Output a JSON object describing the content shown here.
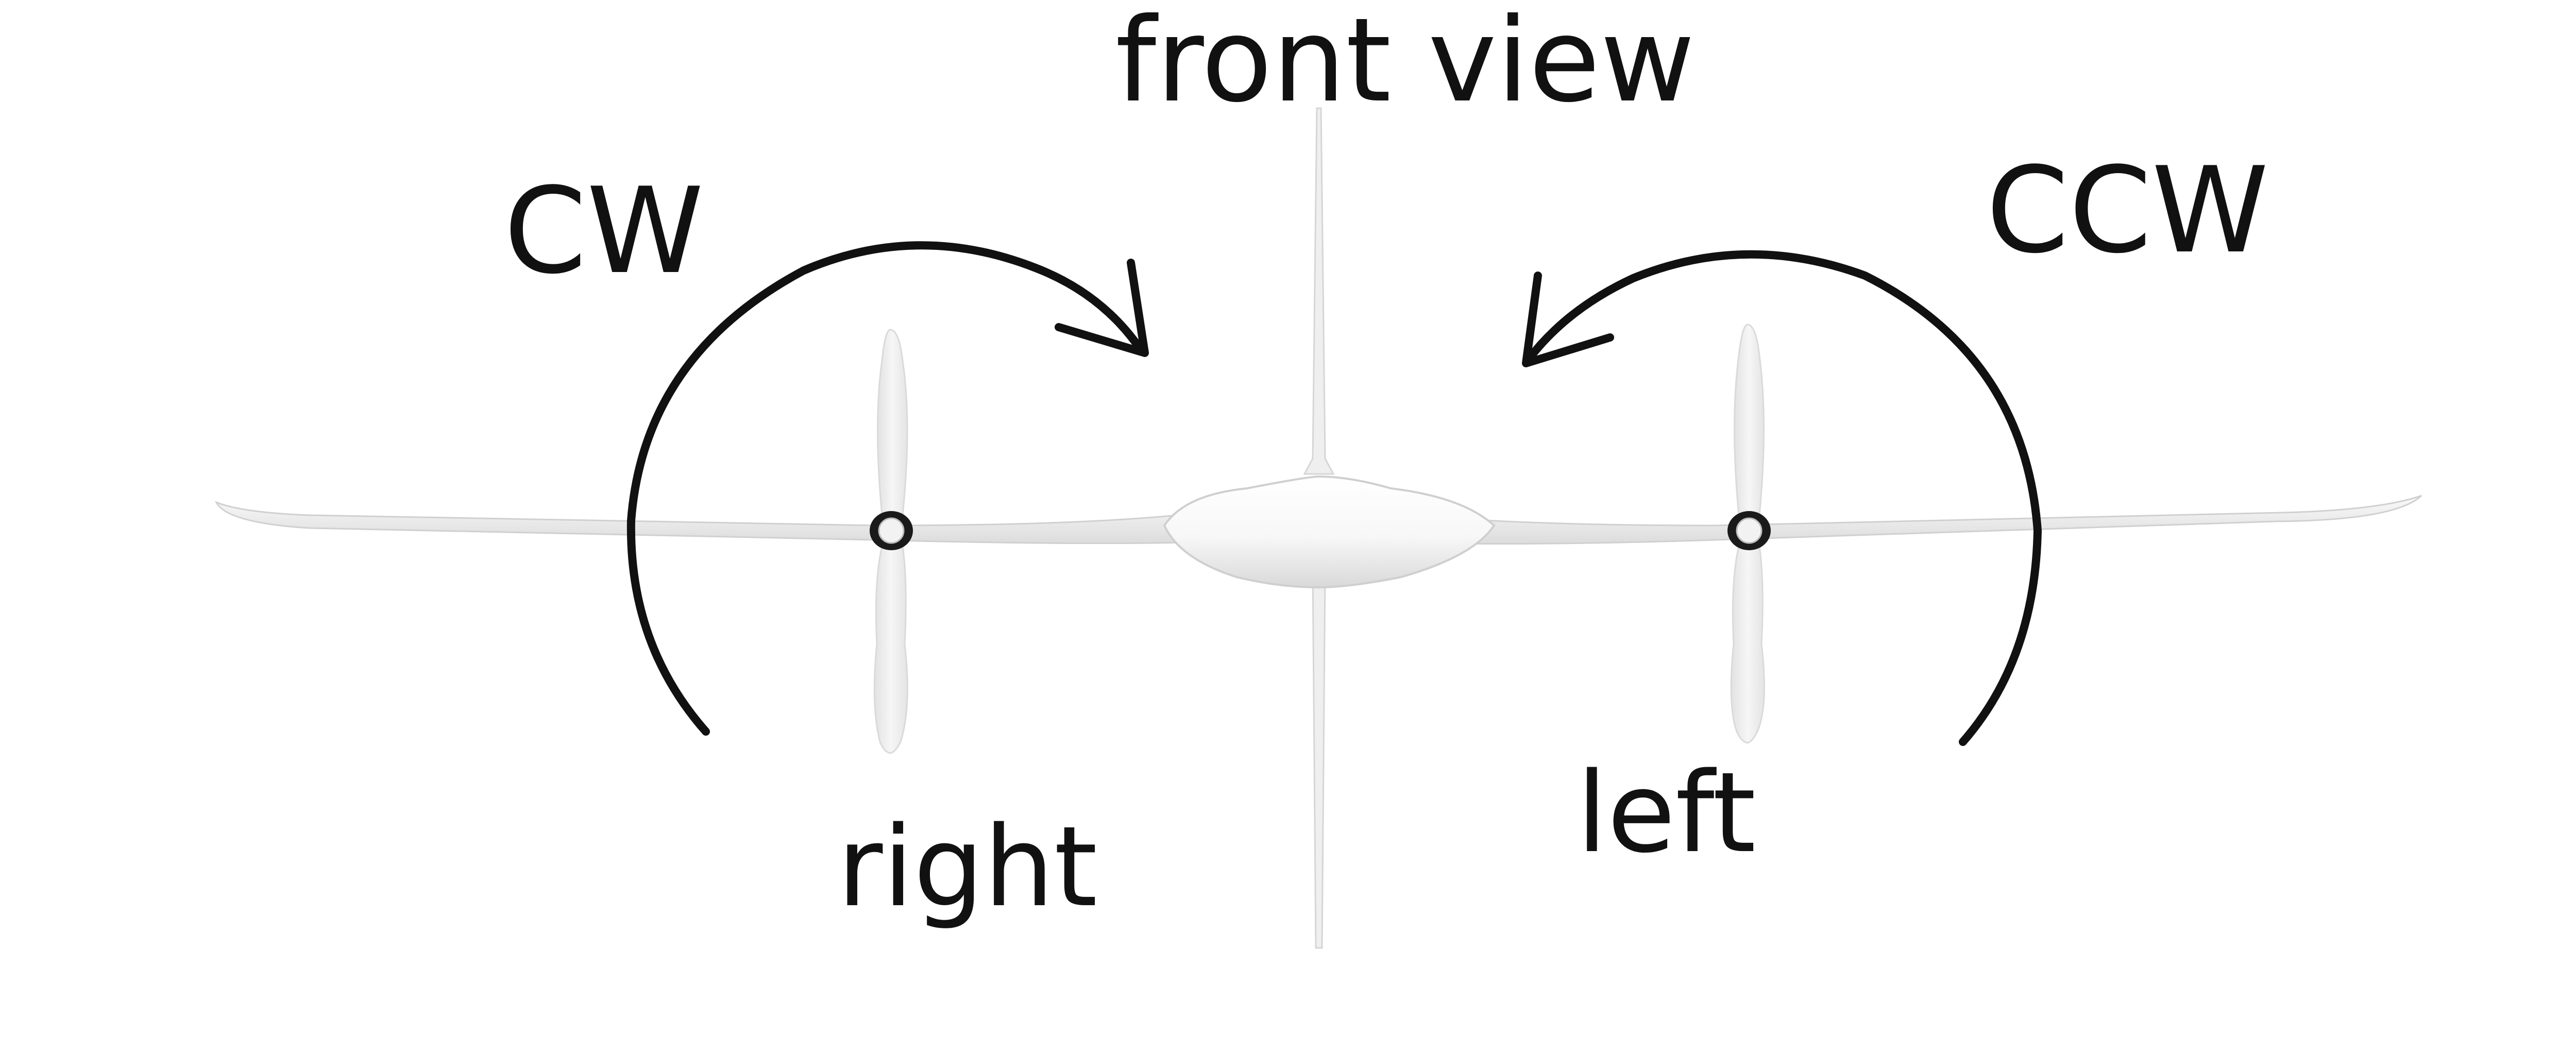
{
  "labels": {
    "title": "front view",
    "right_direction": "CW",
    "left_direction": "CCW",
    "right_motor": "right",
    "left_motor": "left"
  },
  "colors": {
    "background": "#ffffff",
    "text": "#111111",
    "arrow": "#111111",
    "airframe": "#f4f4f4",
    "propeller": "#ececec"
  },
  "icons": {
    "right_arrow": "clockwise-arrow-icon",
    "left_arrow": "counterclockwise-arrow-icon"
  }
}
